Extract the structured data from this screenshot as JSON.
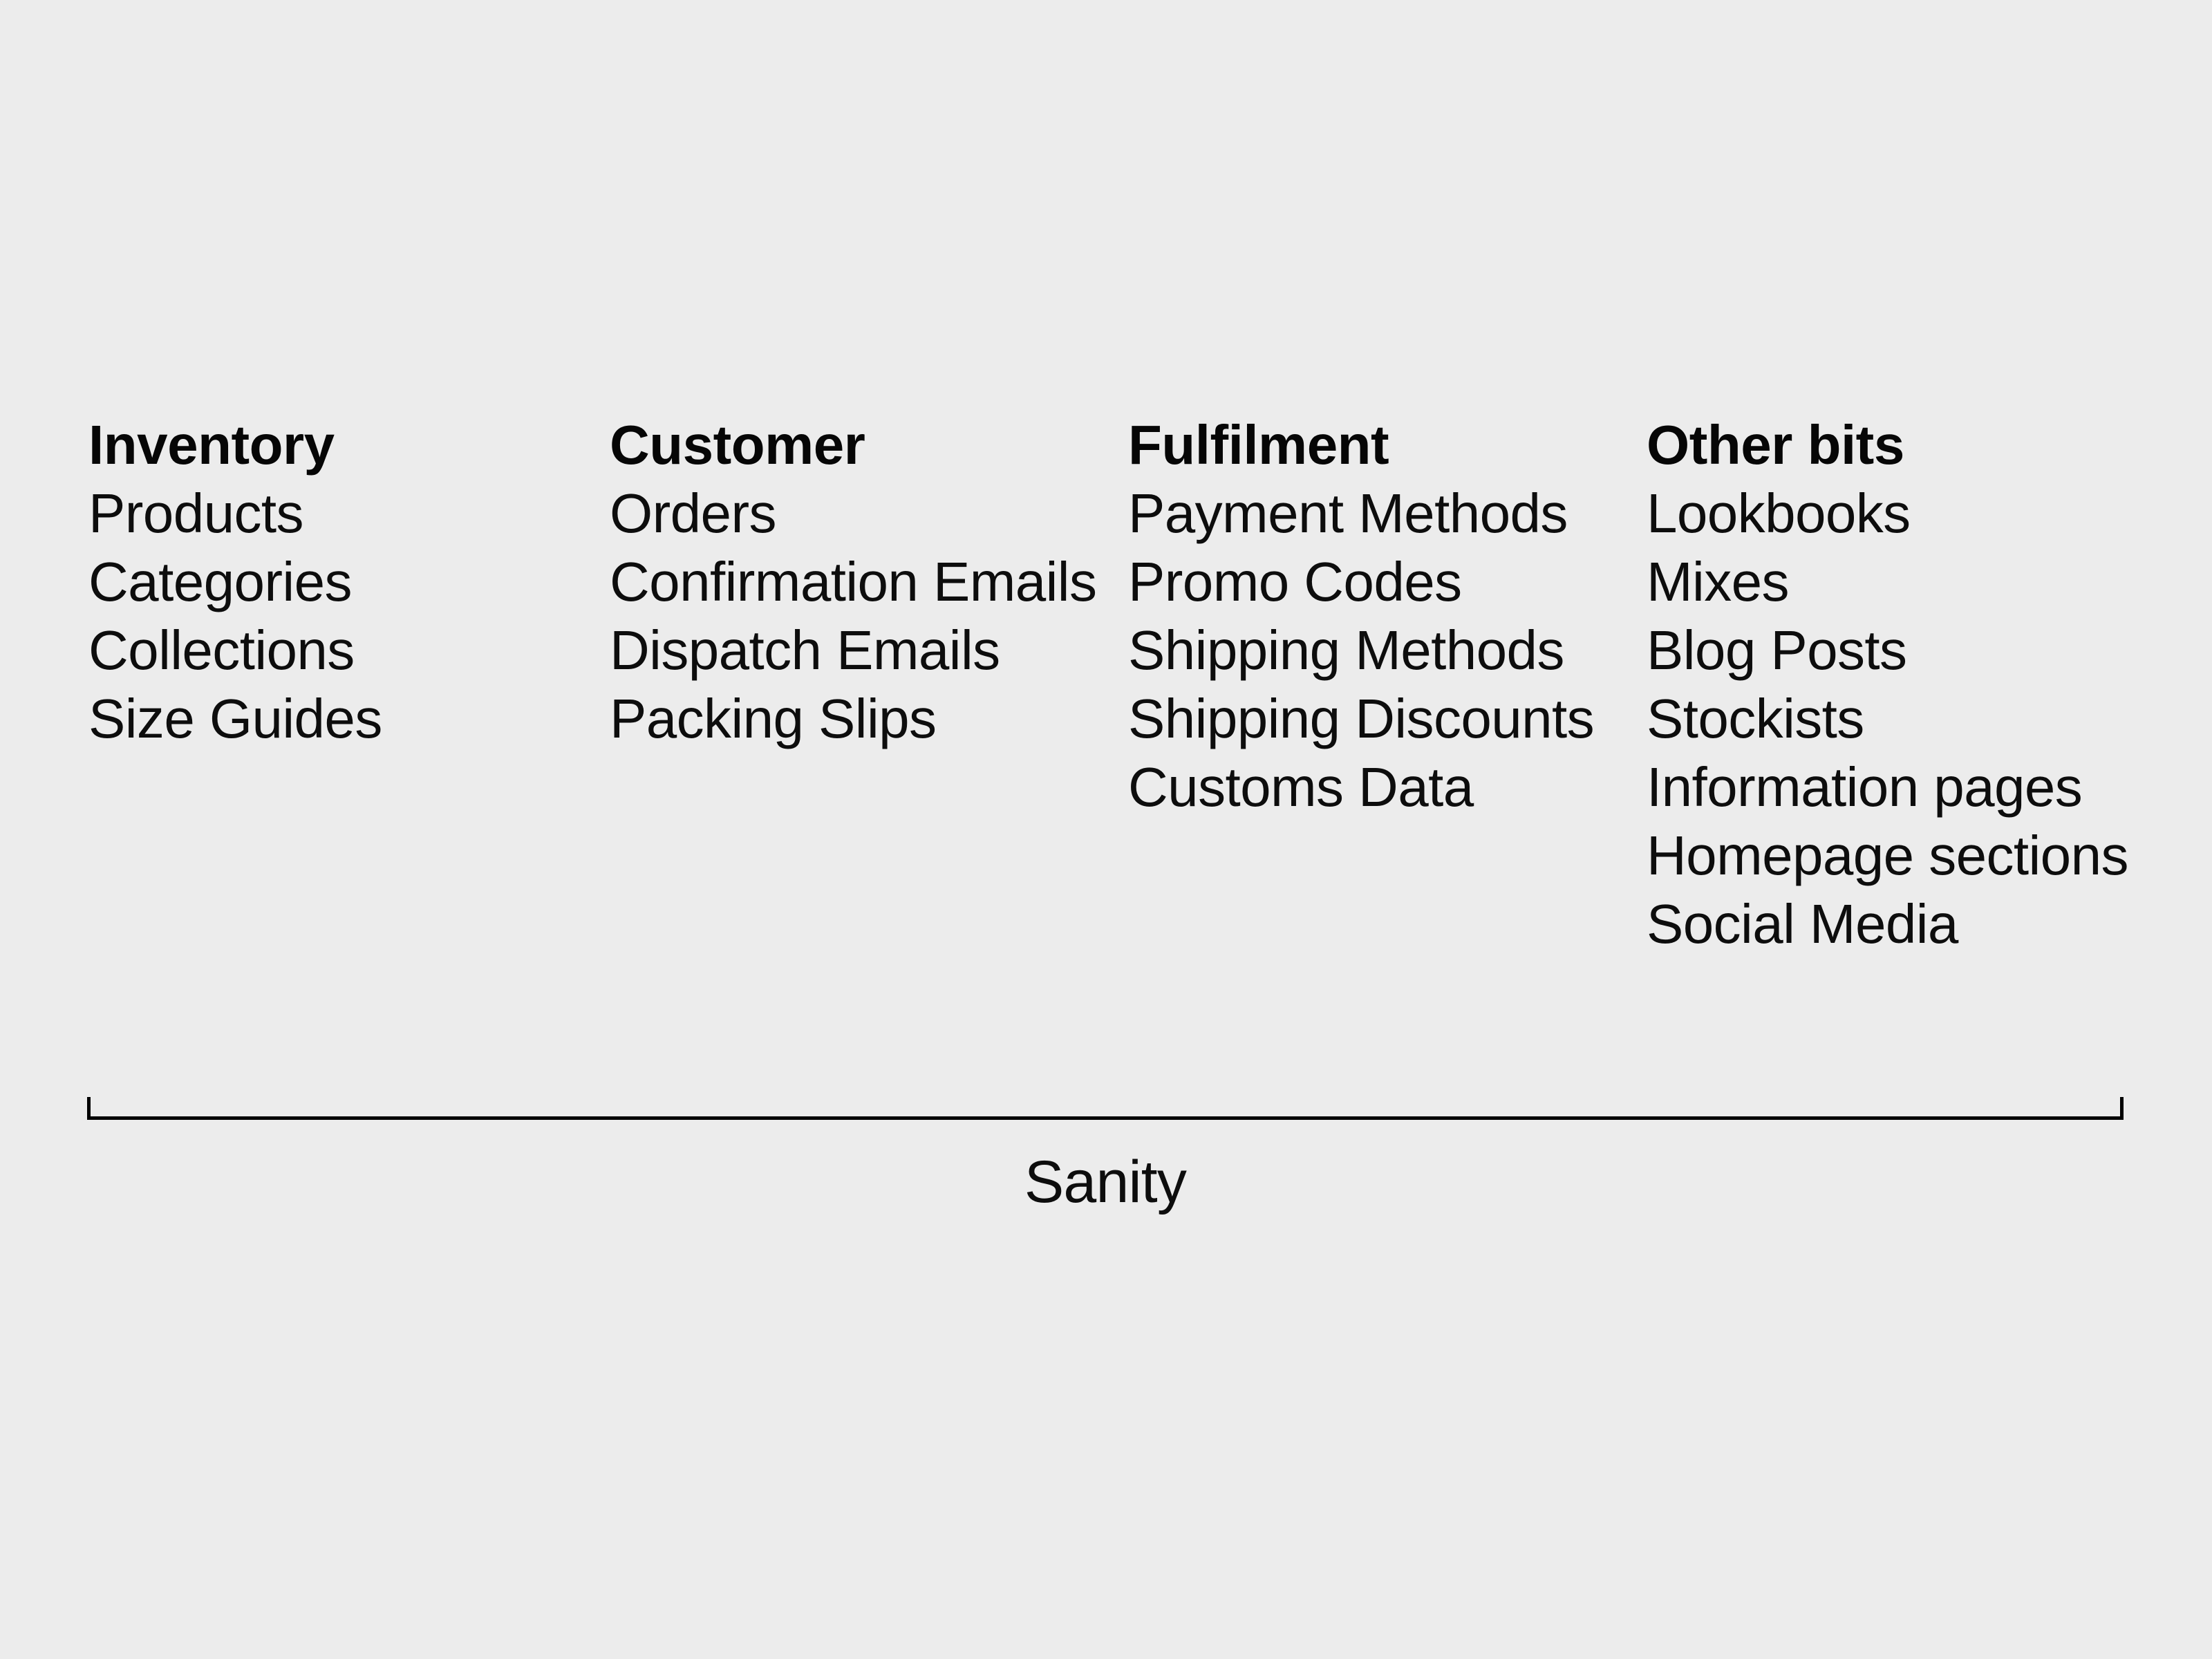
{
  "canvas": {
    "background_color": "#ECECEC",
    "text_color": "#0D0D0D",
    "rule_color": "#000000"
  },
  "diagram": {
    "type": "content-model-grouping",
    "groups": [
      {
        "heading": "Inventory",
        "items": [
          "Products",
          "Categories",
          "Collections",
          "Size Guides"
        ]
      },
      {
        "heading": "Customer",
        "items": [
          "Orders",
          "Confirmation Emails",
          "Dispatch Emails",
          "Packing Slips"
        ]
      },
      {
        "heading": "Fulfilment",
        "items": [
          "Payment Methods",
          "Promo Codes",
          "Shipping Methods",
          "Shipping Discounts",
          "Customs Data"
        ]
      },
      {
        "heading": "Other bits",
        "items": [
          "Lookbooks",
          "Mixes",
          "Blog Posts",
          "Stockists",
          "Information pages",
          "Homepage sections",
          "Social Media"
        ]
      }
    ],
    "bracket": {
      "label": "Sanity",
      "orientation": "spans-all-groups"
    }
  }
}
